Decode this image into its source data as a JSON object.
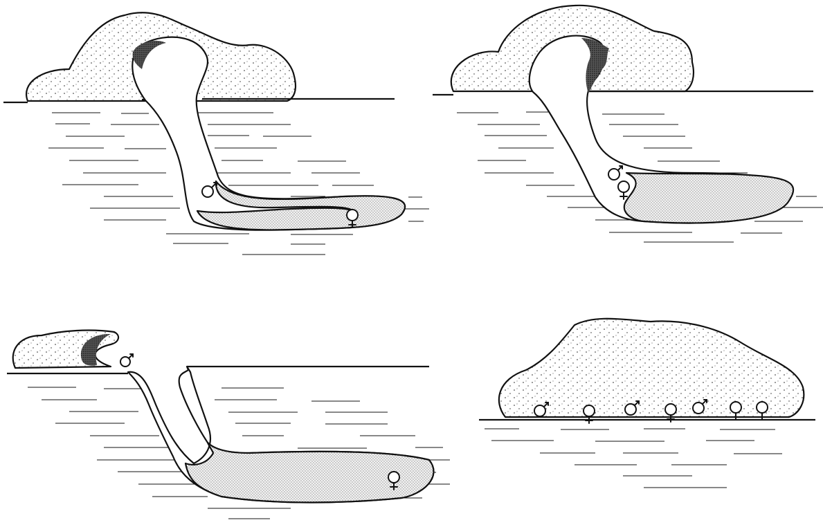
{
  "figure": {
    "panels": [
      {
        "id": "panel-1",
        "symbols": [
          "male",
          "female"
        ],
        "stroke_color": "#111111",
        "fill_color": "#ffffff"
      },
      {
        "id": "panel-2",
        "symbols": [
          "male",
          "female"
        ],
        "stroke_color": "#111111",
        "fill_color": "#ffffff"
      },
      {
        "id": "panel-3",
        "symbols": [
          "male",
          "female"
        ],
        "stroke_color": "#111111",
        "fill_color": "#ffffff"
      },
      {
        "id": "panel-4",
        "symbols": [
          "male",
          "female",
          "male",
          "female",
          "male",
          "female",
          "female"
        ],
        "stroke_color": "#111111",
        "fill_color": "#ffffff"
      }
    ]
  }
}
